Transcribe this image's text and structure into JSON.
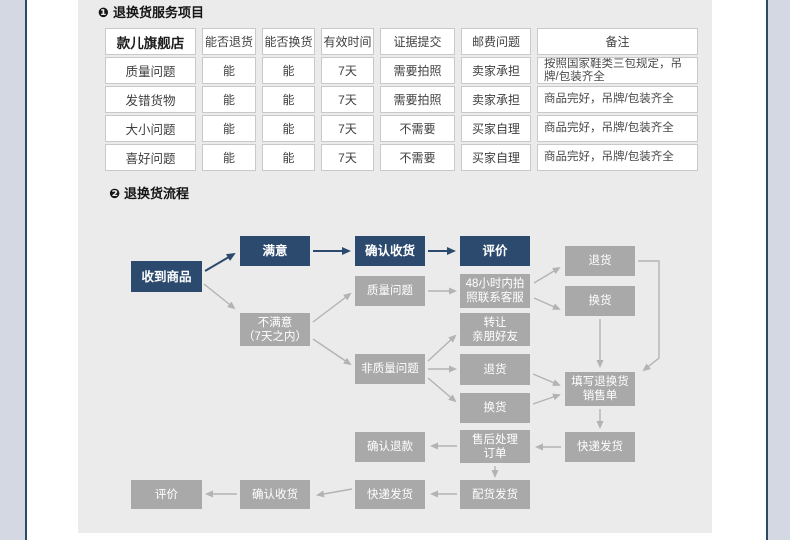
{
  "sections": {
    "s1": {
      "num": "❶",
      "title": "退换货服务项目"
    },
    "s2": {
      "num": "❷",
      "title": "退换货流程"
    }
  },
  "store_table": {
    "headers": [
      "款儿旗舰店",
      "能否退货",
      "能否换货",
      "有效时间",
      "证据提交",
      "邮费问题",
      "备注"
    ],
    "rows": [
      [
        "质量问题",
        "能",
        "能",
        "7天",
        "需要拍照",
        "卖家承担",
        "按照国家鞋类三包规定，吊牌/包装齐全"
      ],
      [
        "发错货物",
        "能",
        "能",
        "7天",
        "需要拍照",
        "卖家承担",
        "商品完好，吊牌/包装齐全"
      ],
      [
        "大小问题",
        "能",
        "能",
        "7天",
        "不需要",
        "买家自理",
        "商品完好，吊牌/包装齐全"
      ],
      [
        "喜好问题",
        "能",
        "能",
        "7天",
        "不需要",
        "买家自理",
        "商品完好，吊牌/包装齐全"
      ]
    ]
  },
  "flowchart": {
    "colors": {
      "primary_navy": "#2c4a6e",
      "node_gray": "#a9a9a9",
      "arrow_gray": "#b3b3b3",
      "panel_bg": "#ebebeb"
    },
    "nodes": [
      {
        "label": "收到商品"
      },
      {
        "label": "满意"
      },
      {
        "label": "确认收货"
      },
      {
        "label": "评价"
      },
      {
        "label": "质量问题"
      },
      {
        "label": "48小时内拍\n照联系客服"
      },
      {
        "label": "退货"
      },
      {
        "label": "换货"
      },
      {
        "label": "不满意\n（7天之内）"
      },
      {
        "label": "转让\n亲朋好友"
      },
      {
        "label": "非质量问题"
      },
      {
        "label": "退货"
      },
      {
        "label": "换货"
      },
      {
        "label": "填写退换货\n销售单"
      },
      {
        "label": "确认退款"
      },
      {
        "label": "售后处理\n订单"
      },
      {
        "label": "快递发货"
      },
      {
        "label": "评价"
      },
      {
        "label": "确认收货"
      },
      {
        "label": "快递发货"
      },
      {
        "label": "配货发货"
      }
    ]
  }
}
